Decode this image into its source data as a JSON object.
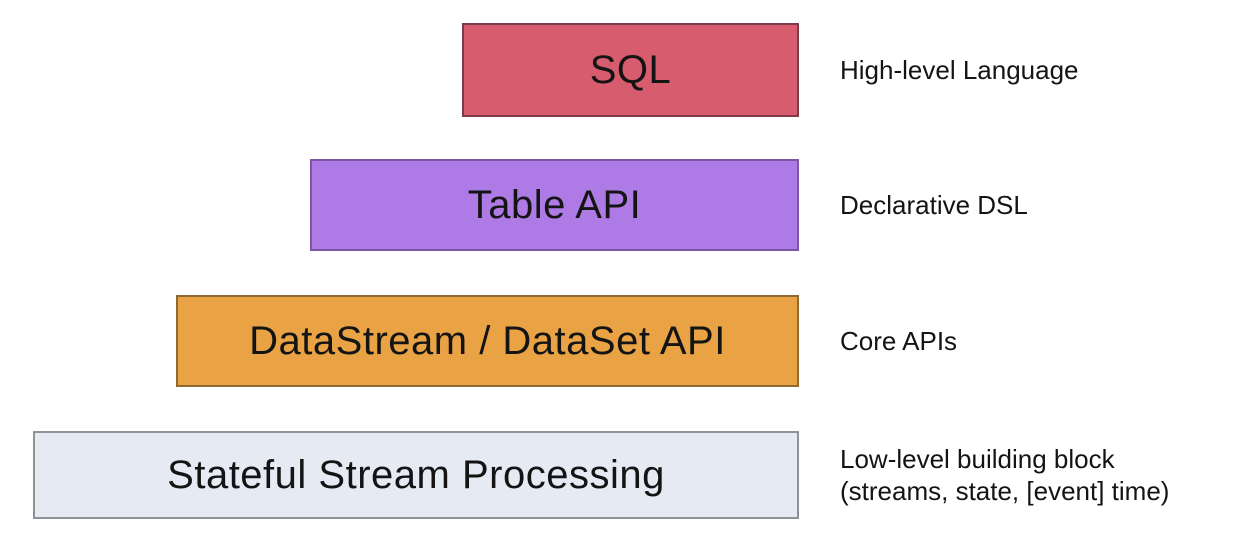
{
  "background": "#FFFFFF",
  "layers": [
    {
      "label": "SQL",
      "description_lines": [
        "High-level Language"
      ],
      "fill": "#D65C6E",
      "border": "#7E3B47"
    },
    {
      "label": "Table API",
      "description_lines": [
        "Declarative DSL"
      ],
      "fill": "#AE7BE6",
      "border": "#7B57A3"
    },
    {
      "label": "DataStream / DataSet API",
      "description_lines": [
        "Core APIs"
      ],
      "fill": "#E9A345",
      "border": "#8E6932"
    },
    {
      "label": "Stateful Stream Processing",
      "description_lines": [
        "Low-level building block",
        "(streams, state, [event] time)"
      ],
      "fill": "#E6EAF2",
      "border": "#8F9399"
    }
  ]
}
